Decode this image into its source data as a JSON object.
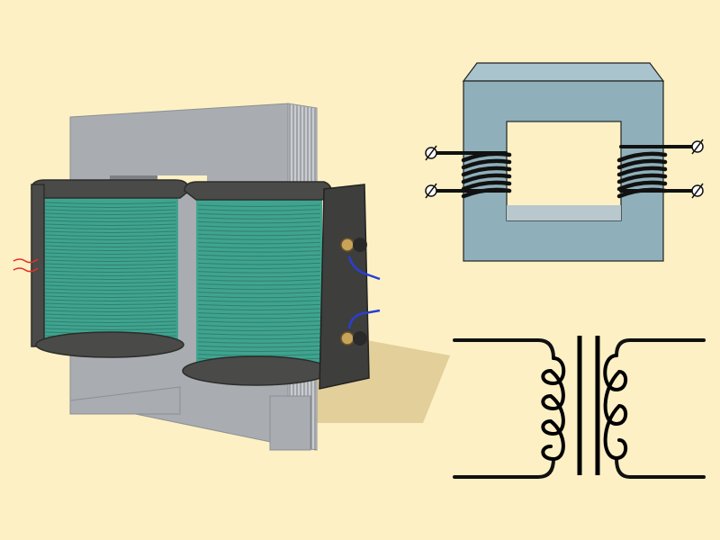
{
  "colors": {
    "background": "#fdf0c4",
    "core_gray": "#a9adb2",
    "core_steel": "#8fb0bb",
    "coil_teal": "#3fa48f",
    "bobbin_dark": "#4a4a48",
    "wire_black": "#111111",
    "lead_red": "#e0302a",
    "lead_blue": "#2a3fd0",
    "terminal_brass": "#c8a35a"
  },
  "figures": [
    {
      "name": "transformer-3d-model",
      "icon": "iron-core-transformer-illustration"
    },
    {
      "name": "transformer-core-diagram",
      "icon": "core-with-two-windings"
    },
    {
      "name": "transformer-schematic-symbol",
      "icon": "two-coupled-inductors-symbol"
    }
  ],
  "terminals": {
    "diagram_left_count": 2,
    "diagram_right_count": 2,
    "model_screw_count": 2
  }
}
